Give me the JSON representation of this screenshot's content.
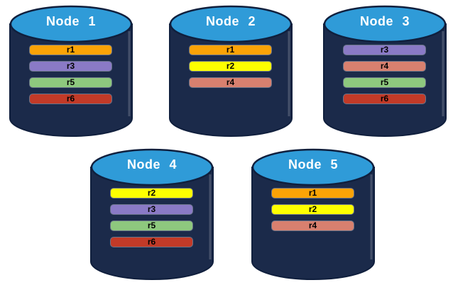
{
  "colors": {
    "background": "#ffffff",
    "cylinder_body": "#1b2a4a",
    "cylinder_outline": "#101f3d",
    "cylinder_top": "#2f9bd8",
    "title_text": "#ffffff",
    "bar_text": "#000000",
    "replicas": {
      "r1": "#fba306",
      "r2": "#fdff00",
      "r3": "#8a7ac6",
      "r4": "#d8806f",
      "r5": "#8ec87e",
      "r6": "#c23a28"
    }
  },
  "nodes": [
    {
      "label": "Node 1",
      "replicas": [
        "r1",
        "r3",
        "r5",
        "r6"
      ]
    },
    {
      "label": "Node 2",
      "replicas": [
        "r1",
        "r2",
        "r4"
      ]
    },
    {
      "label": "Node 3",
      "replicas": [
        "r3",
        "r4",
        "r5",
        "r6"
      ]
    },
    {
      "label": "Node 4",
      "replicas": [
        "r2",
        "r3",
        "r5",
        "r6"
      ]
    },
    {
      "label": "Node 5",
      "replicas": [
        "r1",
        "r2",
        "r4"
      ]
    }
  ]
}
